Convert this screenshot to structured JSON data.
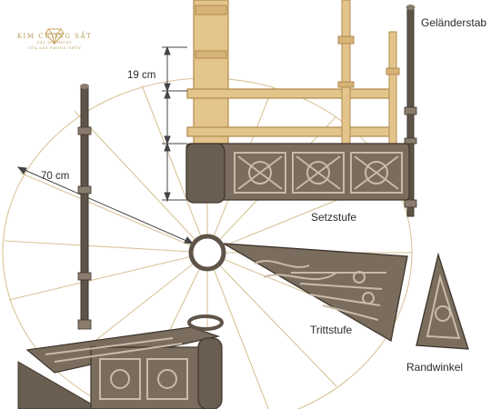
{
  "labels": {
    "baluster": "Geländerstab",
    "riser": "Setzstufe",
    "tread": "Trittstufe",
    "edge_bracket": "Randwinkel"
  },
  "dimensions": {
    "riser_height": "19 cm",
    "tread_width": "70 cm"
  },
  "watermark": {
    "brand": "KIM CƯƠNG SẮT",
    "tagline_1": "SẮT MỸ THUẬT",
    "tagline_2": "CỬA SẮT PHONG THỦY"
  },
  "colors": {
    "wood": "#e3c58c",
    "wood_edge": "#b08a4c",
    "iron": "#5f5448",
    "iron_light": "#8a7d6d",
    "guide_lines": "#d9c39a"
  }
}
